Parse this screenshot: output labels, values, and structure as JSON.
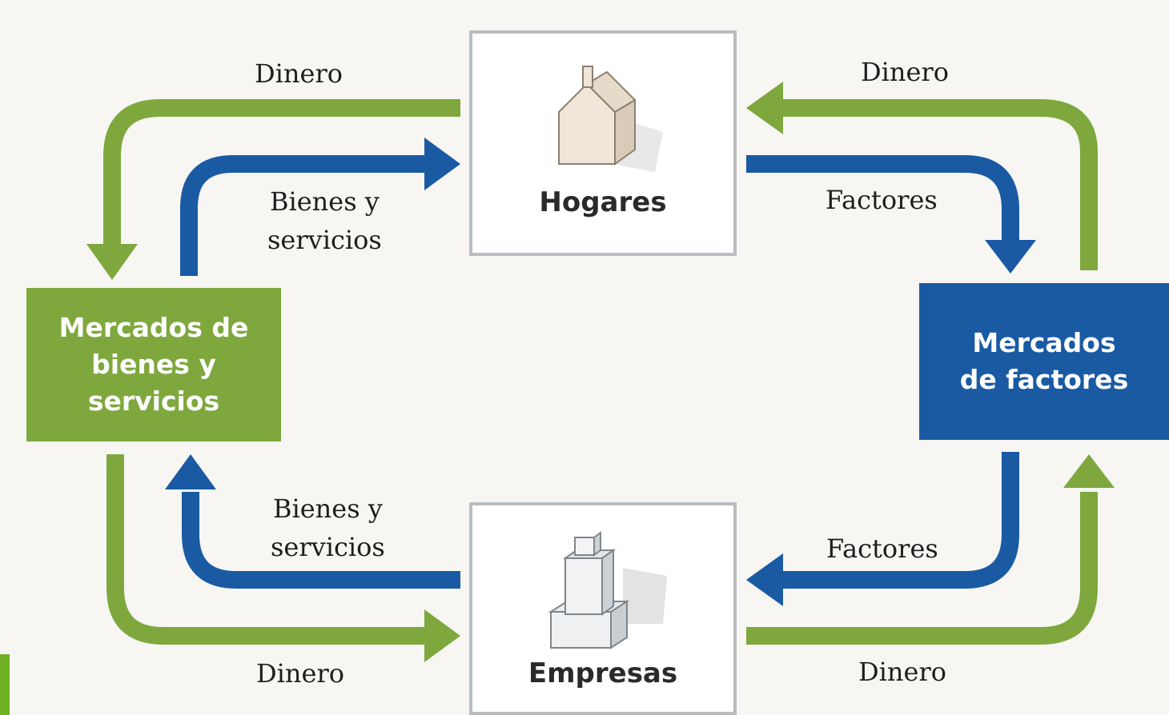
{
  "nodes": {
    "households": {
      "label": "Hogares",
      "icon": "house-icon"
    },
    "firms": {
      "label": "Empresas",
      "icon": "building-icon"
    },
    "goods_market": {
      "line1": "Mercados de",
      "line2": "bienes y",
      "line3": "servicios",
      "color": "#7ea83d"
    },
    "factor_market": {
      "line1": "Mercados",
      "line2": "de factores",
      "color": "#1a5aa3"
    }
  },
  "flows": {
    "money_top_left": "Dinero",
    "money_top_right": "Dinero",
    "money_bottom_left": "Dinero",
    "money_bottom_right": "Dinero",
    "goods_top_line1": "Bienes y",
    "goods_top_line2": "servicios",
    "goods_bottom_line1": "Bienes y",
    "goods_bottom_line2": "servicios",
    "factors_top": "Factores",
    "factors_bottom": "Factores"
  },
  "colors": {
    "money": "#7ea83d",
    "real": "#1a5aa3"
  }
}
